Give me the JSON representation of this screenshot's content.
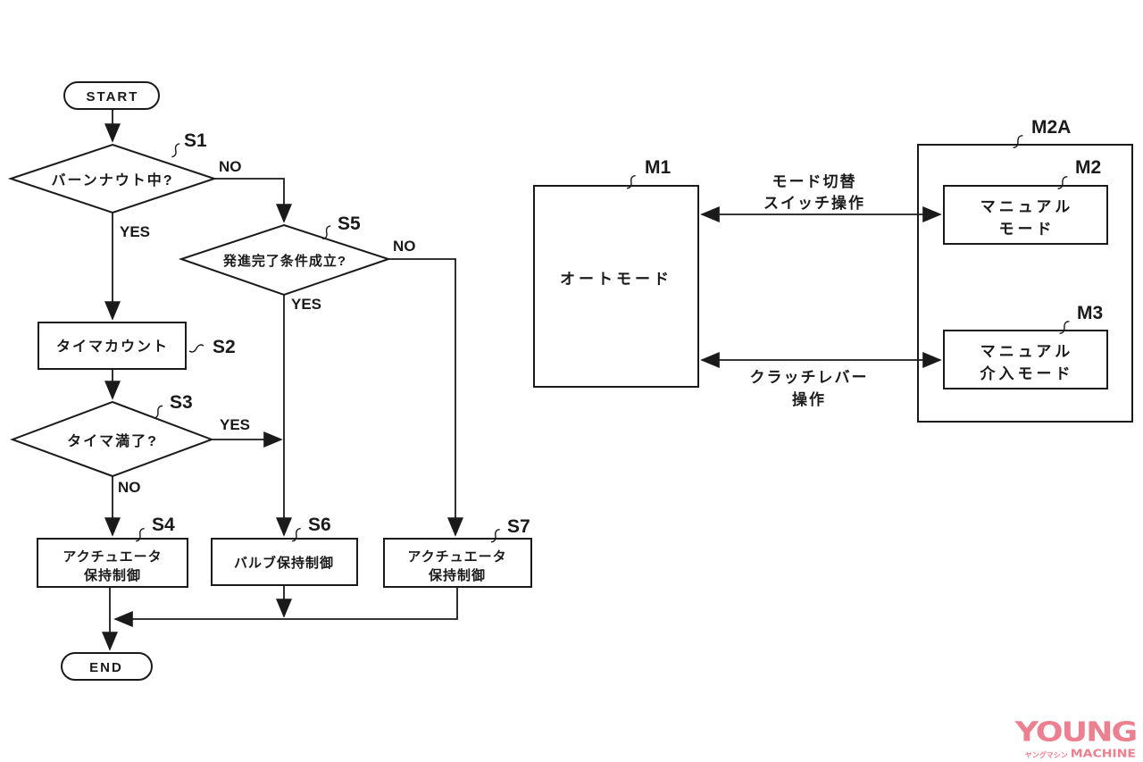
{
  "figure": {
    "flowchart": {
      "start": "START",
      "end": "END",
      "yes_label": "YES",
      "no_label": "NO",
      "s1": {
        "id": "S1",
        "text": "バーンナウト中?"
      },
      "s2": {
        "id": "S2",
        "text": "タイマカウント"
      },
      "s3": {
        "id": "S3",
        "text": "タイマ満了?"
      },
      "s4": {
        "id": "S4",
        "text_line1": "アクチュエータ",
        "text_line2": "保持制御"
      },
      "s5": {
        "id": "S5",
        "text": "発進完了条件成立?"
      },
      "s6": {
        "id": "S6",
        "text": "バルブ保持制御"
      },
      "s7": {
        "id": "S7",
        "text_line1": "アクチュエータ",
        "text_line2": "保持制御"
      }
    },
    "mode_diagram": {
      "m1": {
        "id": "M1",
        "text": "オートモード"
      },
      "m2a": {
        "id": "M2A"
      },
      "m2": {
        "id": "M2",
        "text_line1": "マニュアル",
        "text_line2": "モード"
      },
      "m3": {
        "id": "M3",
        "text_line1": "マニュアル",
        "text_line2": "介入モード"
      },
      "top_arrow": {
        "label_line1": "モード切替",
        "label_line2": "スイッチ操作"
      },
      "bottom_arrow": {
        "label_line1": "クラッチレバー",
        "label_line2": "操作"
      }
    }
  },
  "watermark": {
    "young": "YOUNG",
    "katakana": "ヤングマシン",
    "machine": "MACHINE",
    "color": "#ed8090"
  },
  "colors": {
    "line": "#1a1a1a",
    "background": "#ffffff"
  }
}
